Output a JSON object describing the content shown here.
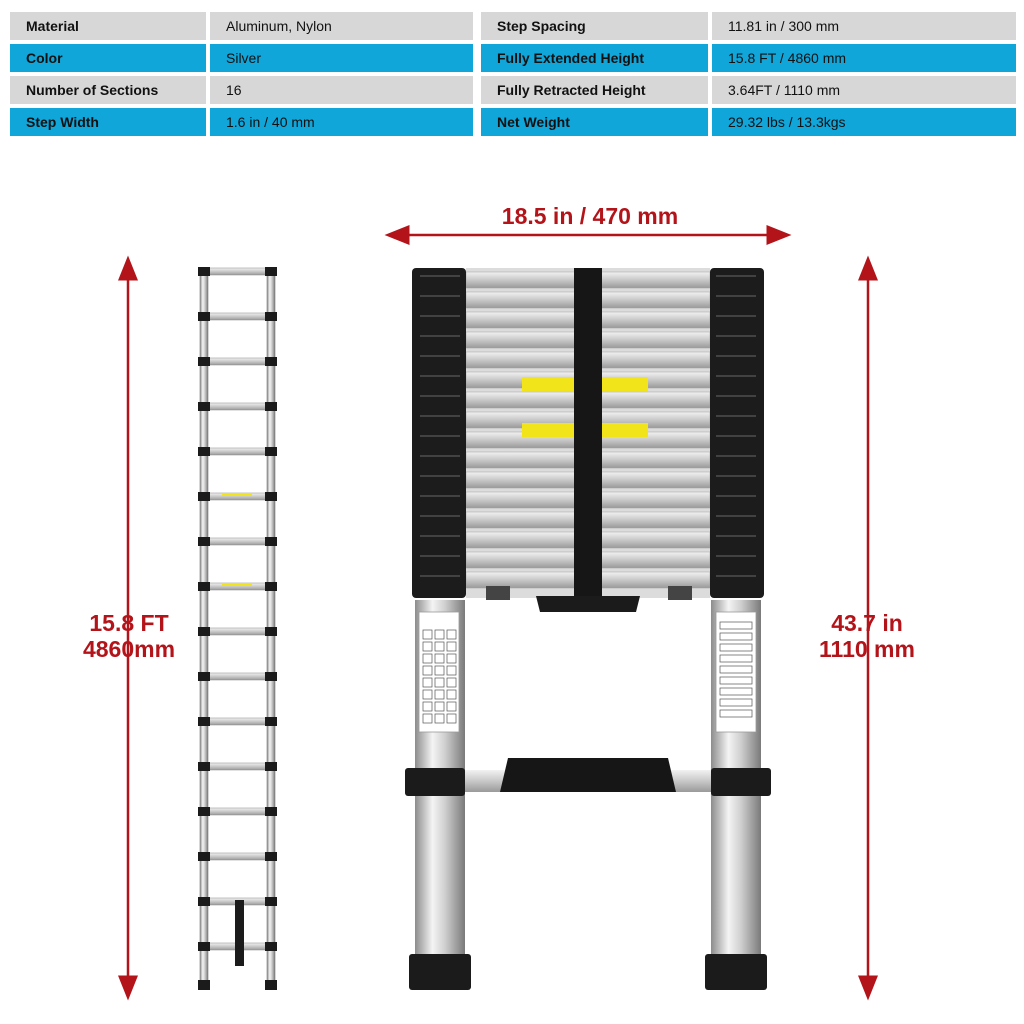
{
  "spec_table_left": [
    {
      "label": "Material",
      "value": "Aluminum, Nylon"
    },
    {
      "label": "Color",
      "value": "Silver"
    },
    {
      "label": "Number of Sections",
      "value": "16"
    },
    {
      "label": "Step Width",
      "value": "1.6 in / 40 mm"
    }
  ],
  "spec_table_right": [
    {
      "label": "Step Spacing",
      "value": "11.81 in / 300 mm"
    },
    {
      "label": "Fully Extended Height",
      "value": "15.8 FT / 4860 mm"
    },
    {
      "label": "Fully Retracted Height",
      "value": "3.64FT / 1110 mm"
    },
    {
      "label": "Net Weight",
      "value": "29.32 lbs / 13.3kgs"
    }
  ],
  "dimensions": {
    "extended_height_line1": "15.8 FT",
    "extended_height_line2": "4860mm",
    "retracted_width": "18.5 in / 470 mm",
    "retracted_height_line1": "43.7 in",
    "retracted_height_line2": "1110 mm"
  },
  "colors": {
    "row_gray": "#d7d7d7",
    "row_blue": "#11a6da",
    "dimension_red": "#b3141a"
  },
  "product": {
    "extended_ladder_rungs": 16,
    "collapsed_ladder_sections": 16
  }
}
